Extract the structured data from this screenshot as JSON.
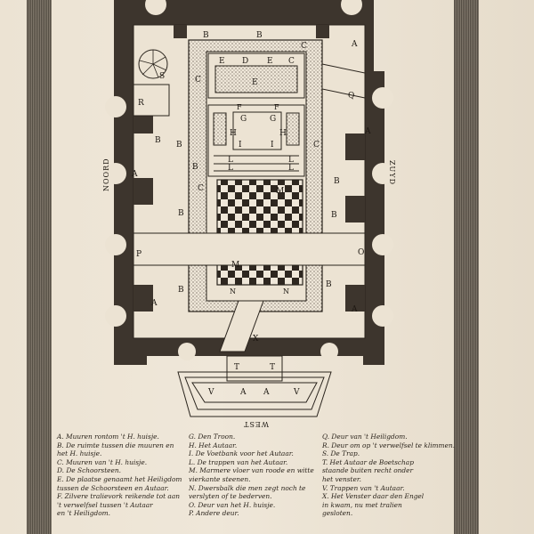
{
  "compass": {
    "north": "NOORD",
    "south": "ZUYD",
    "west": "WEST"
  },
  "plan_letters": {
    "A": "A",
    "B": "B",
    "C": "C",
    "D": "D",
    "E": "E",
    "F": "F",
    "G": "G",
    "H": "H",
    "I": "I",
    "L": "L",
    "M": "M",
    "N": "N",
    "O": "O",
    "P": "P",
    "Q": "Q",
    "R": "R",
    "S": "S",
    "T": "T",
    "V": "V",
    "X": "X"
  },
  "legend": {
    "col1": [
      "A. Muuren rontom 't H. huisje.",
      "B. De ruimte tussen die muuren en",
      "    het H. huisje.",
      "C. Muuren van 't H. huisje.",
      "D. De Schoorsteen.",
      "E. De plaatse genaamt het Heiligdom",
      "    tussen de Schoorsteen en Autaar.",
      "F. Zilvere tralievork reikende tot aan",
      "    't verwelfsel tussen 't Autaar",
      "    en 't Heiligdom."
    ],
    "col2": [
      "G. Den Troon.",
      "H. Het Autaar.",
      "I. De Voetbank voor het Autaar.",
      "L. De trappen van het Autaar.",
      "M. Marmere vloer van roode en witte",
      "    vierkante steenen.",
      "N. Dwersbalk die men zegt noch te",
      "    verslyten of te bederven.",
      "O. Deur van het H. huisje.",
      "P. Andere deur."
    ],
    "col3": [
      "Q. Deur van 't Heiligdom.",
      "R. Deur om op 't verwelfsel te klimmen.",
      "S. De Trap.",
      "T. Het Autaar de Boetschap",
      "    staande buiten recht onder",
      "    het venster.",
      "V. Trappen van 't Autaar.",
      "X. Het Venster daar den Engel",
      "    in kwam, nu met tralien",
      "    gesloten."
    ]
  }
}
